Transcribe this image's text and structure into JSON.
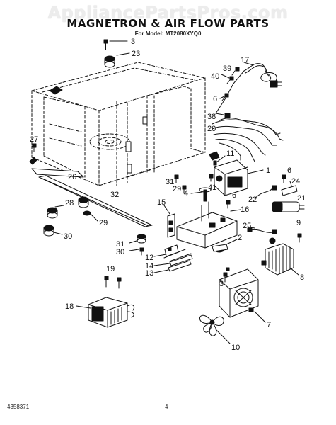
{
  "watermark": "AppliancePartsPros.com",
  "title": "MAGNETRON & AIR FLOW PARTS",
  "subtitle": "For Model: MT2080XYQ0",
  "callouts": [
    "3",
    "23",
    "17",
    "39",
    "40",
    "6",
    "38",
    "20",
    "27",
    "11",
    "1",
    "6",
    "24",
    "22",
    "21",
    "26",
    "31",
    "29",
    "4",
    "41",
    "6",
    "32",
    "28",
    "15",
    "16",
    "29",
    "25",
    "9",
    "30",
    "2",
    "31",
    "30",
    "12",
    "14",
    "13",
    "8",
    "19",
    "3",
    "18",
    "7",
    "10"
  ],
  "footer_code": "4358371",
  "page_number": "4"
}
